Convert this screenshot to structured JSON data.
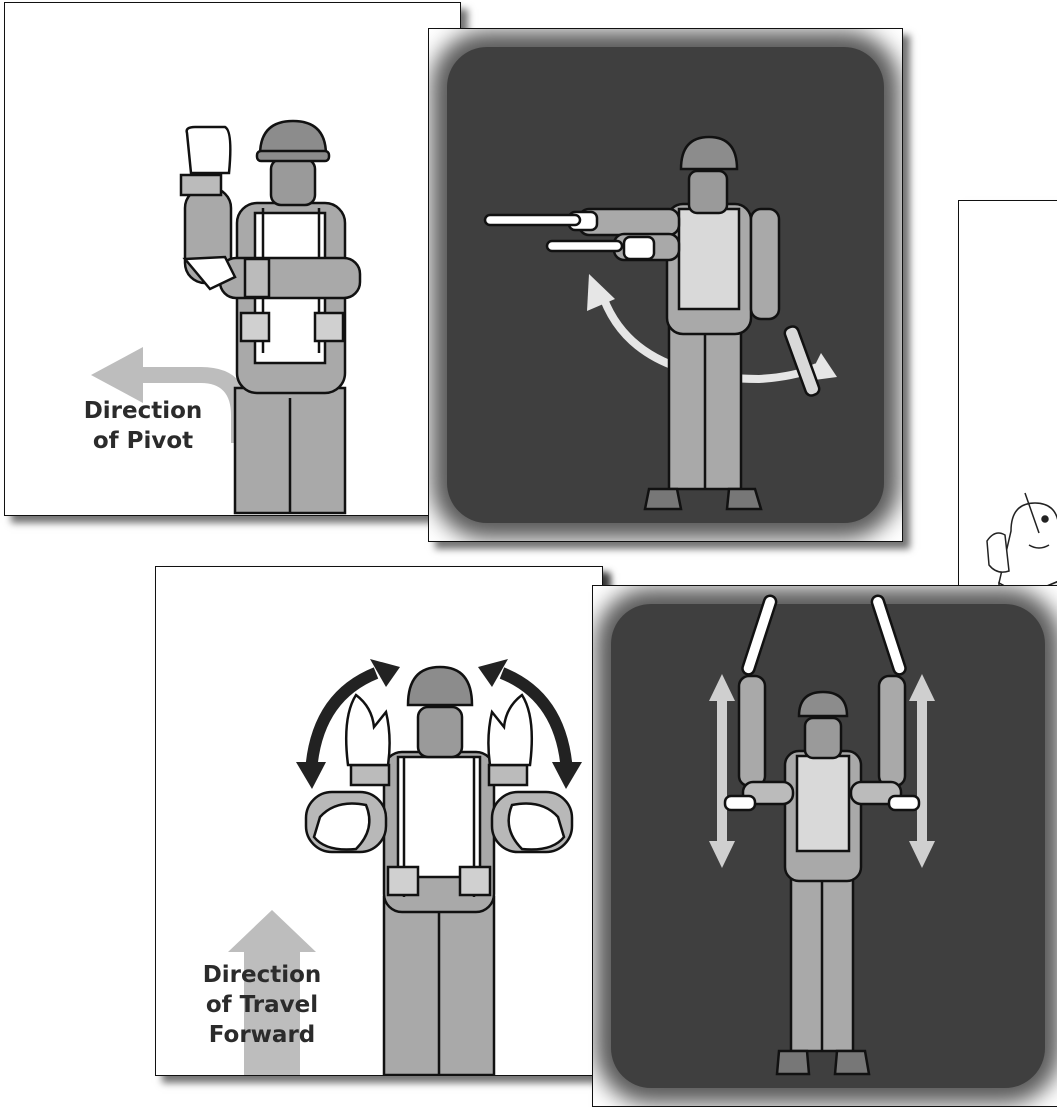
{
  "cards": {
    "pivot": {
      "label_line1": "Direction",
      "label_line2": "of Pivot"
    },
    "forward": {
      "label_line1": "Direction",
      "label_line2": "of Travel",
      "label_line3": "Forward"
    }
  },
  "colors": {
    "dark_panel": "#3f3f3f",
    "arrow_light": "#b8b8b8",
    "arrow_dark": "#222222",
    "figure_fill": "#a9a9a9"
  },
  "icons": [
    "flagger-figure-icon",
    "curved-arrow-icon",
    "double-arrow-icon",
    "light-wand-icon"
  ]
}
